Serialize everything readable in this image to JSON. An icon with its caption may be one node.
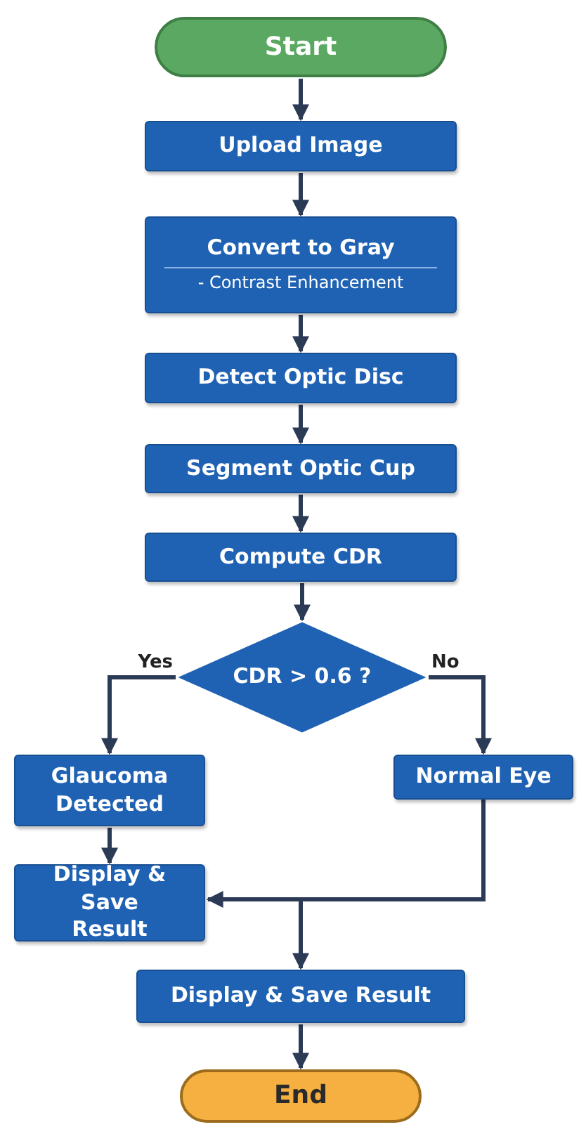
{
  "diagram": {
    "nodes": [
      {
        "text": [
          "Start"
        ]
      },
      {
        "text": [
          "Upload Image"
        ]
      },
      {
        "text": [
          "Convert to Gray",
          "- Contrast Enhancement"
        ]
      },
      {
        "text": [
          "Detect Optic Disc"
        ]
      },
      {
        "text": [
          "Segment Optic Cup"
        ]
      },
      {
        "text": [
          "Compute CDR"
        ]
      },
      {
        "text": [
          "CDR > 0.6 ?"
        ]
      },
      {
        "text": [
          "Glaucoma Detected"
        ]
      },
      {
        "text": [
          "Display & Save Result"
        ]
      },
      {
        "text": [
          "Normal Eye"
        ]
      },
      {
        "text": [
          "Display & Save Result"
        ]
      },
      {
        "text": [
          "End"
        ]
      }
    ],
    "edges": [
      {
        "from": 0,
        "to": 1,
        "arrow": "to"
      },
      {
        "from": 1,
        "to": 2,
        "arrow": "to"
      },
      {
        "from": 2,
        "to": 3,
        "arrow": "to"
      },
      {
        "from": 3,
        "to": 4,
        "arrow": "to"
      },
      {
        "from": 4,
        "to": 5,
        "arrow": "to"
      },
      {
        "from": 5,
        "to": 6,
        "arrow": "to"
      },
      {
        "from": 6,
        "to": 7,
        "label": "Yes",
        "arrow": "to"
      },
      {
        "from": 6,
        "to": 9,
        "label": "No",
        "arrow": "to"
      },
      {
        "from": 7,
        "to": 8,
        "arrow": "to"
      },
      {
        "from": 9,
        "to": 8,
        "arrow": "to"
      },
      {
        "from": 9,
        "to": 10,
        "arrow": "to"
      },
      {
        "from": 10,
        "to": 11,
        "arrow": "to"
      }
    ]
  }
}
